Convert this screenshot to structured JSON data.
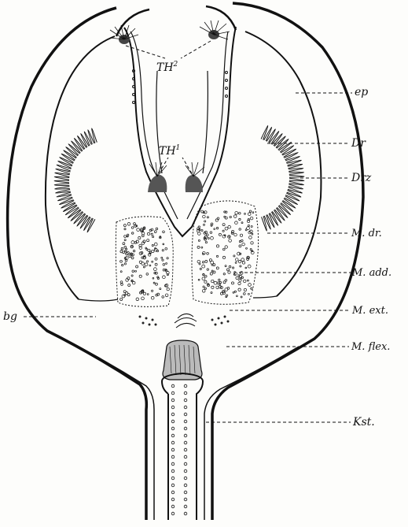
{
  "figure": {
    "labels": {
      "th2": "TH",
      "th2_sup": "2",
      "th1": "TH",
      "th1_sup": "1",
      "ep": "ep",
      "dr": "Dr",
      "drz": "Drz",
      "m_dr": "M. dr.",
      "m_add": "M. add.",
      "m_ext": "M. ext.",
      "m_flex": "M. flex.",
      "kst": "Kst.",
      "bg": "bg"
    },
    "colors": {
      "ink": "#111111",
      "paper": "#fdfdfb"
    }
  }
}
